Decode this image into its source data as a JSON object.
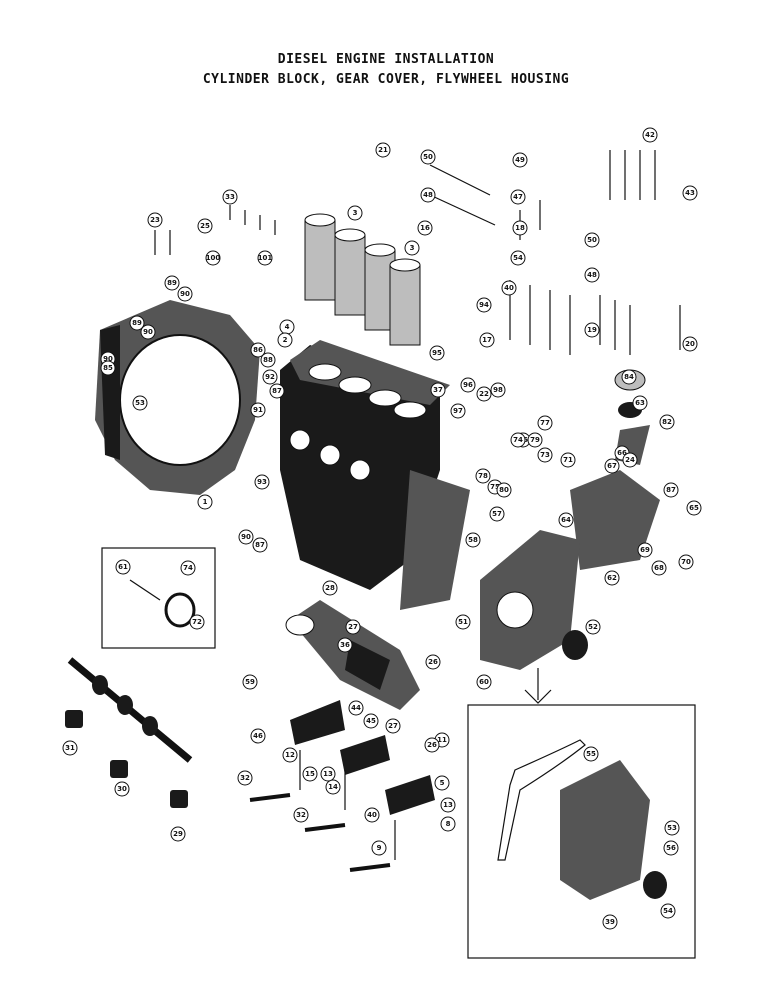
{
  "title": {
    "line1": "DIESEL ENGINE INSTALLATION",
    "line2": "CYLINDER BLOCK, GEAR COVER, FLYWHEEL HOUSING"
  },
  "callouts": [
    "21",
    "50",
    "49",
    "42",
    "43",
    "33",
    "3",
    "48",
    "16",
    "47",
    "18",
    "23",
    "25",
    "3",
    "101",
    "100",
    "54",
    "50",
    "89",
    "90",
    "40",
    "48",
    "89",
    "90",
    "4",
    "2",
    "94",
    "17",
    "19",
    "20",
    "86",
    "88",
    "92",
    "53",
    "95",
    "84",
    "90",
    "85",
    "87",
    "96",
    "37",
    "22",
    "98",
    "63",
    "82",
    "97",
    "77",
    "76",
    "79",
    "73",
    "66",
    "67",
    "24",
    "71",
    "74",
    "78",
    "75",
    "80",
    "87",
    "65",
    "91",
    "93",
    "1",
    "57",
    "69",
    "68",
    "70",
    "90",
    "87",
    "64",
    "62",
    "58",
    "61",
    "74",
    "72",
    "28",
    "27",
    "51",
    "52",
    "26",
    "36",
    "60",
    "59",
    "44",
    "45",
    "27",
    "46",
    "11",
    "12",
    "15",
    "31",
    "55",
    "32",
    "14",
    "13",
    "26",
    "30",
    "40",
    "5",
    "13",
    "53",
    "56",
    "29",
    "32",
    "8",
    "9",
    "54",
    "39"
  ]
}
